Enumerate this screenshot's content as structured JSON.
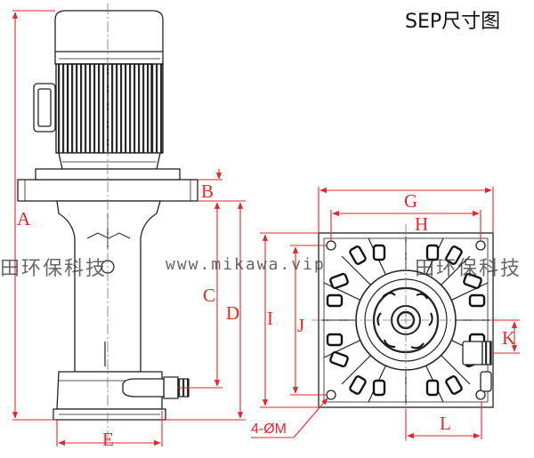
{
  "title": "SEP尺寸图",
  "labels": {
    "A": "A",
    "B": "B",
    "C": "C",
    "D": "D",
    "E": "E",
    "G": "G",
    "H": "H",
    "I": "I",
    "J": "J",
    "K": "K",
    "L": "L",
    "holes": "4-ØM"
  },
  "watermark": {
    "left": "田环保科技",
    "url": "www.mikawa.vip",
    "right": "田环保科技"
  },
  "colors": {
    "dimension": "#e4262c",
    "drawing": "#222222",
    "centerline": "#777777"
  }
}
